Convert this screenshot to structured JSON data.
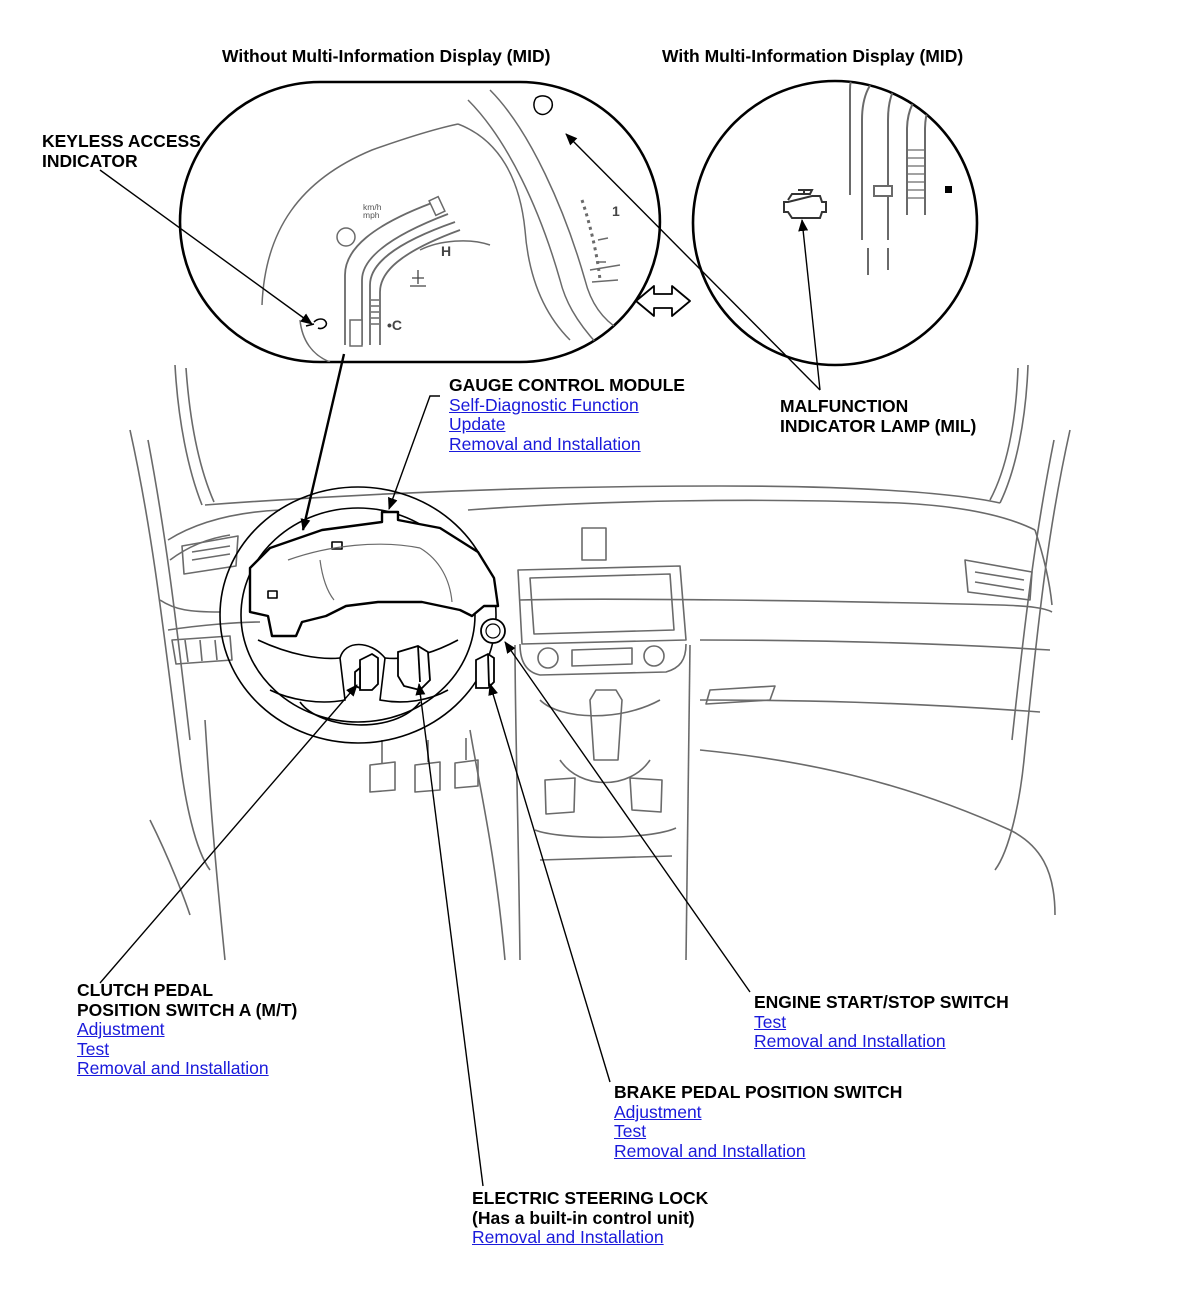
{
  "headers": {
    "without_mid": "Without Multi-Information Display (MID)",
    "with_mid": "With Multi-Information Display (MID)"
  },
  "gauge_marks": {
    "speed_unit_top": "km/h",
    "speed_unit_bottom": "mph",
    "temp_high": "H",
    "temp_unit": "•C",
    "tick_one": "1"
  },
  "callouts": {
    "keyless": {
      "line1": "KEYLESS ACCESS",
      "line2": "INDICATOR"
    },
    "mil": {
      "line1": "MALFUNCTION",
      "line2": "INDICATOR LAMP (MIL)"
    },
    "gcm": {
      "title": "GAUGE CONTROL MODULE",
      "links": [
        "Self-Diagnostic Function",
        "Update",
        "Removal and Installation"
      ]
    },
    "clutch": {
      "line1": "CLUTCH PEDAL",
      "line2": "POSITION SWITCH A (M/T)",
      "links": [
        "Adjustment",
        "Test",
        "Removal and Installation"
      ]
    },
    "engine": {
      "title": "ENGINE START/STOP SWITCH",
      "links": [
        "Test",
        "Removal and Installation"
      ]
    },
    "brake": {
      "title": "BRAKE PEDAL POSITION SWITCH",
      "links": [
        "Adjustment",
        "Test",
        "Removal and Installation"
      ]
    },
    "esl": {
      "line1": "ELECTRIC STEERING LOCK",
      "line2": "(Has a built-in control unit)",
      "links": [
        "Removal and Installation"
      ]
    }
  },
  "colors": {
    "link": "#1a1adb",
    "line": "#000000",
    "sketch": "#6a6a6a"
  }
}
